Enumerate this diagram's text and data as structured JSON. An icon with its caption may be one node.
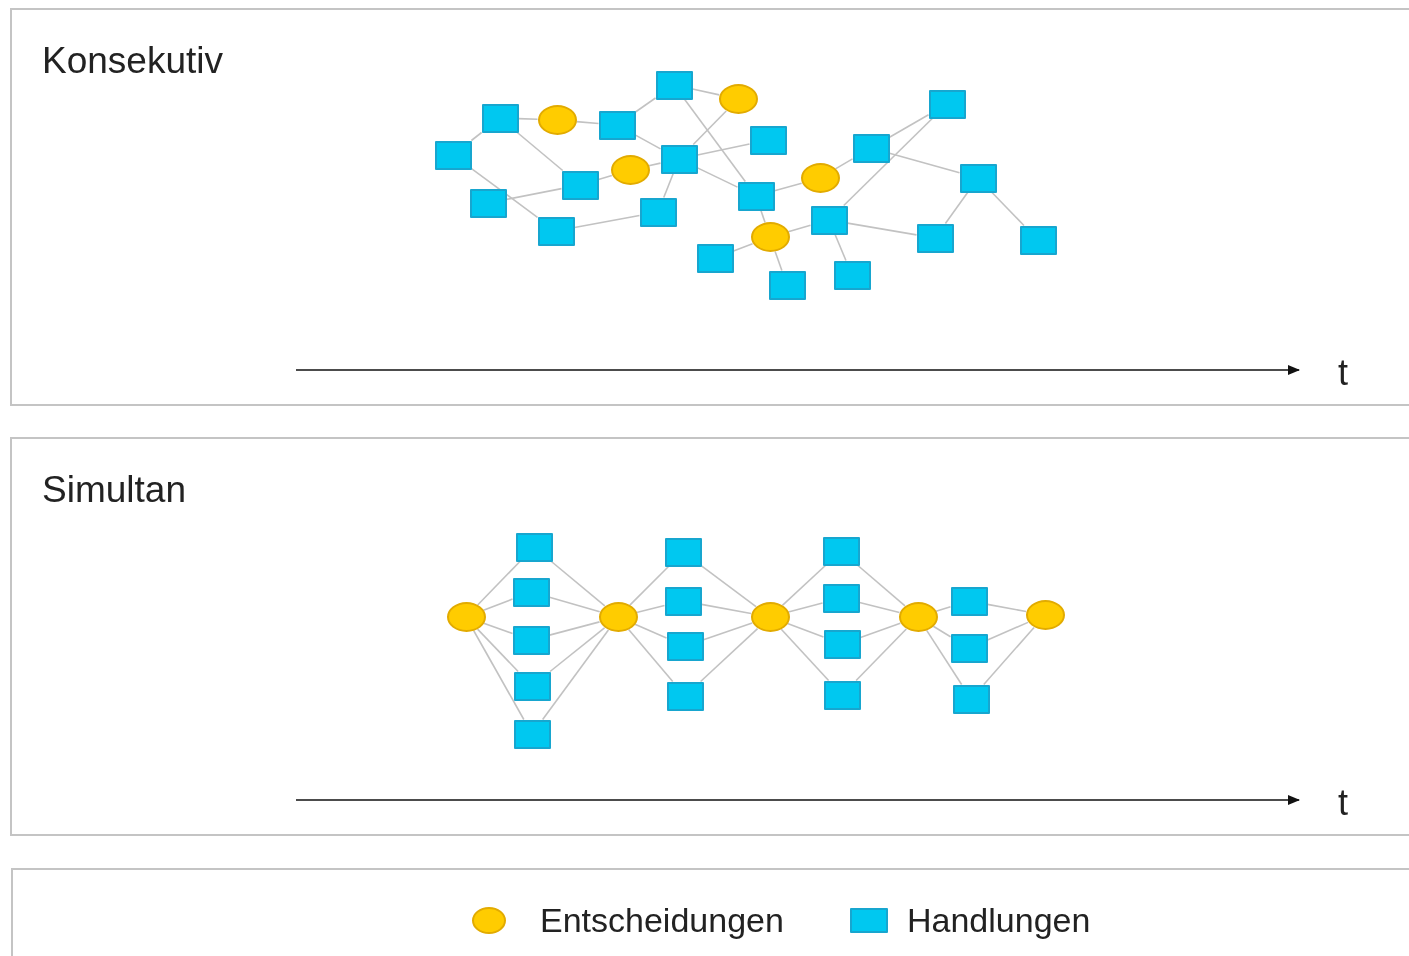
{
  "diagram": {
    "nodes": [
      {
        "text": [
          "Konsekutiv"
        ]
      },
      {
        "text": [],
        "shape": "box",
        "in": 0
      },
      {
        "text": [],
        "shape": "box",
        "in": 0
      },
      {
        "text": [],
        "shape": "ellipse",
        "in": 0
      },
      {
        "text": [],
        "shape": "box",
        "in": 0
      },
      {
        "text": [],
        "shape": "box",
        "in": 0
      },
      {
        "text": [],
        "shape": "ellipse",
        "in": 0
      },
      {
        "text": [],
        "shape": "box",
        "in": 0
      },
      {
        "text": [],
        "shape": "box",
        "in": 0
      },
      {
        "text": [],
        "shape": "ellipse",
        "in": 0
      },
      {
        "text": [],
        "shape": "box",
        "in": 0
      },
      {
        "text": [],
        "shape": "box",
        "in": 0
      },
      {
        "text": [],
        "shape": "box",
        "in": 0
      },
      {
        "text": [],
        "shape": "box",
        "in": 0
      },
      {
        "text": [],
        "shape": "box",
        "in": 0
      },
      {
        "text": [],
        "shape": "ellipse",
        "in": 0
      },
      {
        "text": [],
        "shape": "box",
        "in": 0
      },
      {
        "text": [],
        "shape": "box",
        "in": 0
      },
      {
        "text": [],
        "shape": "box",
        "in": 0
      },
      {
        "text": [],
        "shape": "ellipse",
        "in": 0
      },
      {
        "text": [],
        "shape": "box",
        "in": 0
      },
      {
        "text": [],
        "shape": "box",
        "in": 0
      },
      {
        "text": [],
        "shape": "box",
        "in": 0
      },
      {
        "text": [],
        "shape": "box",
        "in": 0
      },
      {
        "text": [],
        "shape": "box",
        "in": 0
      },
      {
        "text": [],
        "shape": "box",
        "in": 0
      },
      {
        "text": [
          "Simultan"
        ]
      },
      {
        "text": [],
        "shape": "ellipse",
        "in": 26
      },
      {
        "text": [],
        "shape": "box",
        "in": 26
      },
      {
        "text": [],
        "shape": "box",
        "in": 26
      },
      {
        "text": [],
        "shape": "box",
        "in": 26
      },
      {
        "text": [],
        "shape": "box",
        "in": 26
      },
      {
        "text": [],
        "shape": "box",
        "in": 26
      },
      {
        "text": [],
        "shape": "ellipse",
        "in": 26
      },
      {
        "text": [],
        "shape": "box",
        "in": 26
      },
      {
        "text": [],
        "shape": "box",
        "in": 26
      },
      {
        "text": [],
        "shape": "box",
        "in": 26
      },
      {
        "text": [],
        "shape": "box",
        "in": 26
      },
      {
        "text": [],
        "shape": "ellipse",
        "in": 26
      },
      {
        "text": [],
        "shape": "box",
        "in": 26
      },
      {
        "text": [],
        "shape": "box",
        "in": 26
      },
      {
        "text": [],
        "shape": "box",
        "in": 26
      },
      {
        "text": [],
        "shape": "box",
        "in": 26
      },
      {
        "text": [],
        "shape": "ellipse",
        "in": 26
      },
      {
        "text": [],
        "shape": "box",
        "in": 26
      },
      {
        "text": [],
        "shape": "box",
        "in": 26
      },
      {
        "text": [],
        "shape": "box",
        "in": 26
      },
      {
        "text": [],
        "shape": "ellipse",
        "in": 26
      }
    ],
    "edges": [
      {
        "from": 1,
        "to": 2,
        "arrow": "none"
      },
      {
        "from": 1,
        "to": 12,
        "arrow": "none"
      },
      {
        "from": 2,
        "to": 3,
        "arrow": "none"
      },
      {
        "from": 3,
        "to": 4,
        "arrow": "none"
      },
      {
        "from": 2,
        "to": 8,
        "arrow": "none"
      },
      {
        "from": 4,
        "to": 5,
        "arrow": "none"
      },
      {
        "from": 4,
        "to": 10,
        "arrow": "none"
      },
      {
        "from": 5,
        "to": 6,
        "arrow": "none"
      },
      {
        "from": 5,
        "to": 14,
        "arrow": "none"
      },
      {
        "from": 6,
        "to": 10,
        "arrow": "none"
      },
      {
        "from": 10,
        "to": 7,
        "arrow": "none"
      },
      {
        "from": 10,
        "to": 14,
        "arrow": "none"
      },
      {
        "from": 10,
        "to": 13,
        "arrow": "none"
      },
      {
        "from": 8,
        "to": 9,
        "arrow": "none"
      },
      {
        "from": 9,
        "to": 10,
        "arrow": "none"
      },
      {
        "from": 11,
        "to": 8,
        "arrow": "none"
      },
      {
        "from": 12,
        "to": 13,
        "arrow": "none"
      },
      {
        "from": 14,
        "to": 19,
        "arrow": "none"
      },
      {
        "from": 14,
        "to": 15,
        "arrow": "none"
      },
      {
        "from": 15,
        "to": 16,
        "arrow": "none"
      },
      {
        "from": 16,
        "to": 18,
        "arrow": "none"
      },
      {
        "from": 16,
        "to": 17,
        "arrow": "none"
      },
      {
        "from": 20,
        "to": 17,
        "arrow": "none"
      },
      {
        "from": 19,
        "to": 20,
        "arrow": "none"
      },
      {
        "from": 19,
        "to": 21,
        "arrow": "none"
      },
      {
        "from": 19,
        "to": 22,
        "arrow": "none"
      },
      {
        "from": 20,
        "to": 23,
        "arrow": "none"
      },
      {
        "from": 20,
        "to": 24,
        "arrow": "none"
      },
      {
        "from": 18,
        "to": 24,
        "arrow": "none"
      },
      {
        "from": 18,
        "to": 25,
        "arrow": "none"
      },
      {
        "from": 27,
        "to": 28,
        "arrow": "none"
      },
      {
        "from": 28,
        "to": 33,
        "arrow": "none"
      },
      {
        "from": 27,
        "to": 29,
        "arrow": "none"
      },
      {
        "from": 29,
        "to": 33,
        "arrow": "none"
      },
      {
        "from": 27,
        "to": 30,
        "arrow": "none"
      },
      {
        "from": 30,
        "to": 33,
        "arrow": "none"
      },
      {
        "from": 27,
        "to": 31,
        "arrow": "none"
      },
      {
        "from": 31,
        "to": 33,
        "arrow": "none"
      },
      {
        "from": 27,
        "to": 32,
        "arrow": "none"
      },
      {
        "from": 32,
        "to": 33,
        "arrow": "none"
      },
      {
        "from": 33,
        "to": 34,
        "arrow": "none"
      },
      {
        "from": 34,
        "to": 38,
        "arrow": "none"
      },
      {
        "from": 33,
        "to": 35,
        "arrow": "none"
      },
      {
        "from": 35,
        "to": 38,
        "arrow": "none"
      },
      {
        "from": 33,
        "to": 36,
        "arrow": "none"
      },
      {
        "from": 36,
        "to": 38,
        "arrow": "none"
      },
      {
        "from": 33,
        "to": 37,
        "arrow": "none"
      },
      {
        "from": 37,
        "to": 38,
        "arrow": "none"
      },
      {
        "from": 38,
        "to": 39,
        "arrow": "none"
      },
      {
        "from": 39,
        "to": 43,
        "arrow": "none"
      },
      {
        "from": 38,
        "to": 40,
        "arrow": "none"
      },
      {
        "from": 40,
        "to": 43,
        "arrow": "none"
      },
      {
        "from": 38,
        "to": 41,
        "arrow": "none"
      },
      {
        "from": 41,
        "to": 43,
        "arrow": "none"
      },
      {
        "from": 38,
        "to": 42,
        "arrow": "none"
      },
      {
        "from": 42,
        "to": 43,
        "arrow": "none"
      },
      {
        "from": 43,
        "to": 44,
        "arrow": "none"
      },
      {
        "from": 44,
        "to": 47,
        "arrow": "none"
      },
      {
        "from": 43,
        "to": 45,
        "arrow": "none"
      },
      {
        "from": 45,
        "to": 47,
        "arrow": "none"
      },
      {
        "from": 43,
        "to": 46,
        "arrow": "none"
      },
      {
        "from": 46,
        "to": 47,
        "arrow": "none"
      }
    ],
    "labels": [
      "t",
      "t"
    ],
    "legend": [
      {
        "text": "Entscheidungen",
        "color": "#ffcc00"
      },
      {
        "text": "Handlungen",
        "color": "#00c8f0"
      }
    ]
  }
}
